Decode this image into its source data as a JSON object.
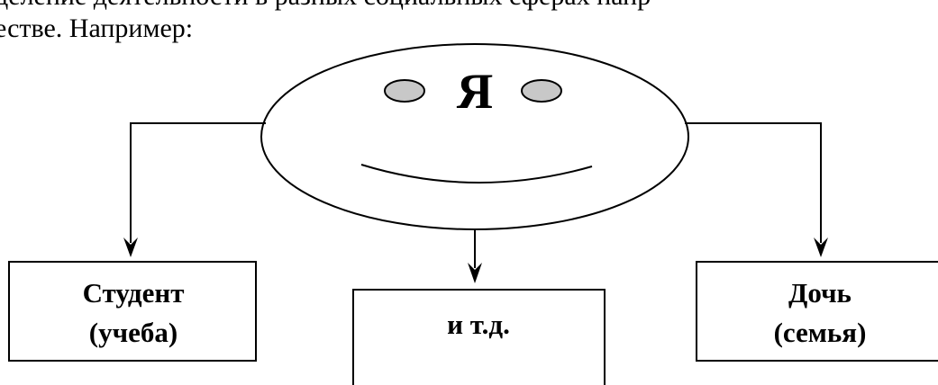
{
  "text": {
    "line1": "деление деятельности в разных социальных сферах напр",
    "line2": "естве. Например:"
  },
  "diagram": {
    "center_label": "Я",
    "boxes": {
      "left": [
        "Студент",
        "(учеба)"
      ],
      "middle": [
        "и т.д."
      ],
      "right": [
        "Дочь",
        "(семья)"
      ]
    }
  }
}
